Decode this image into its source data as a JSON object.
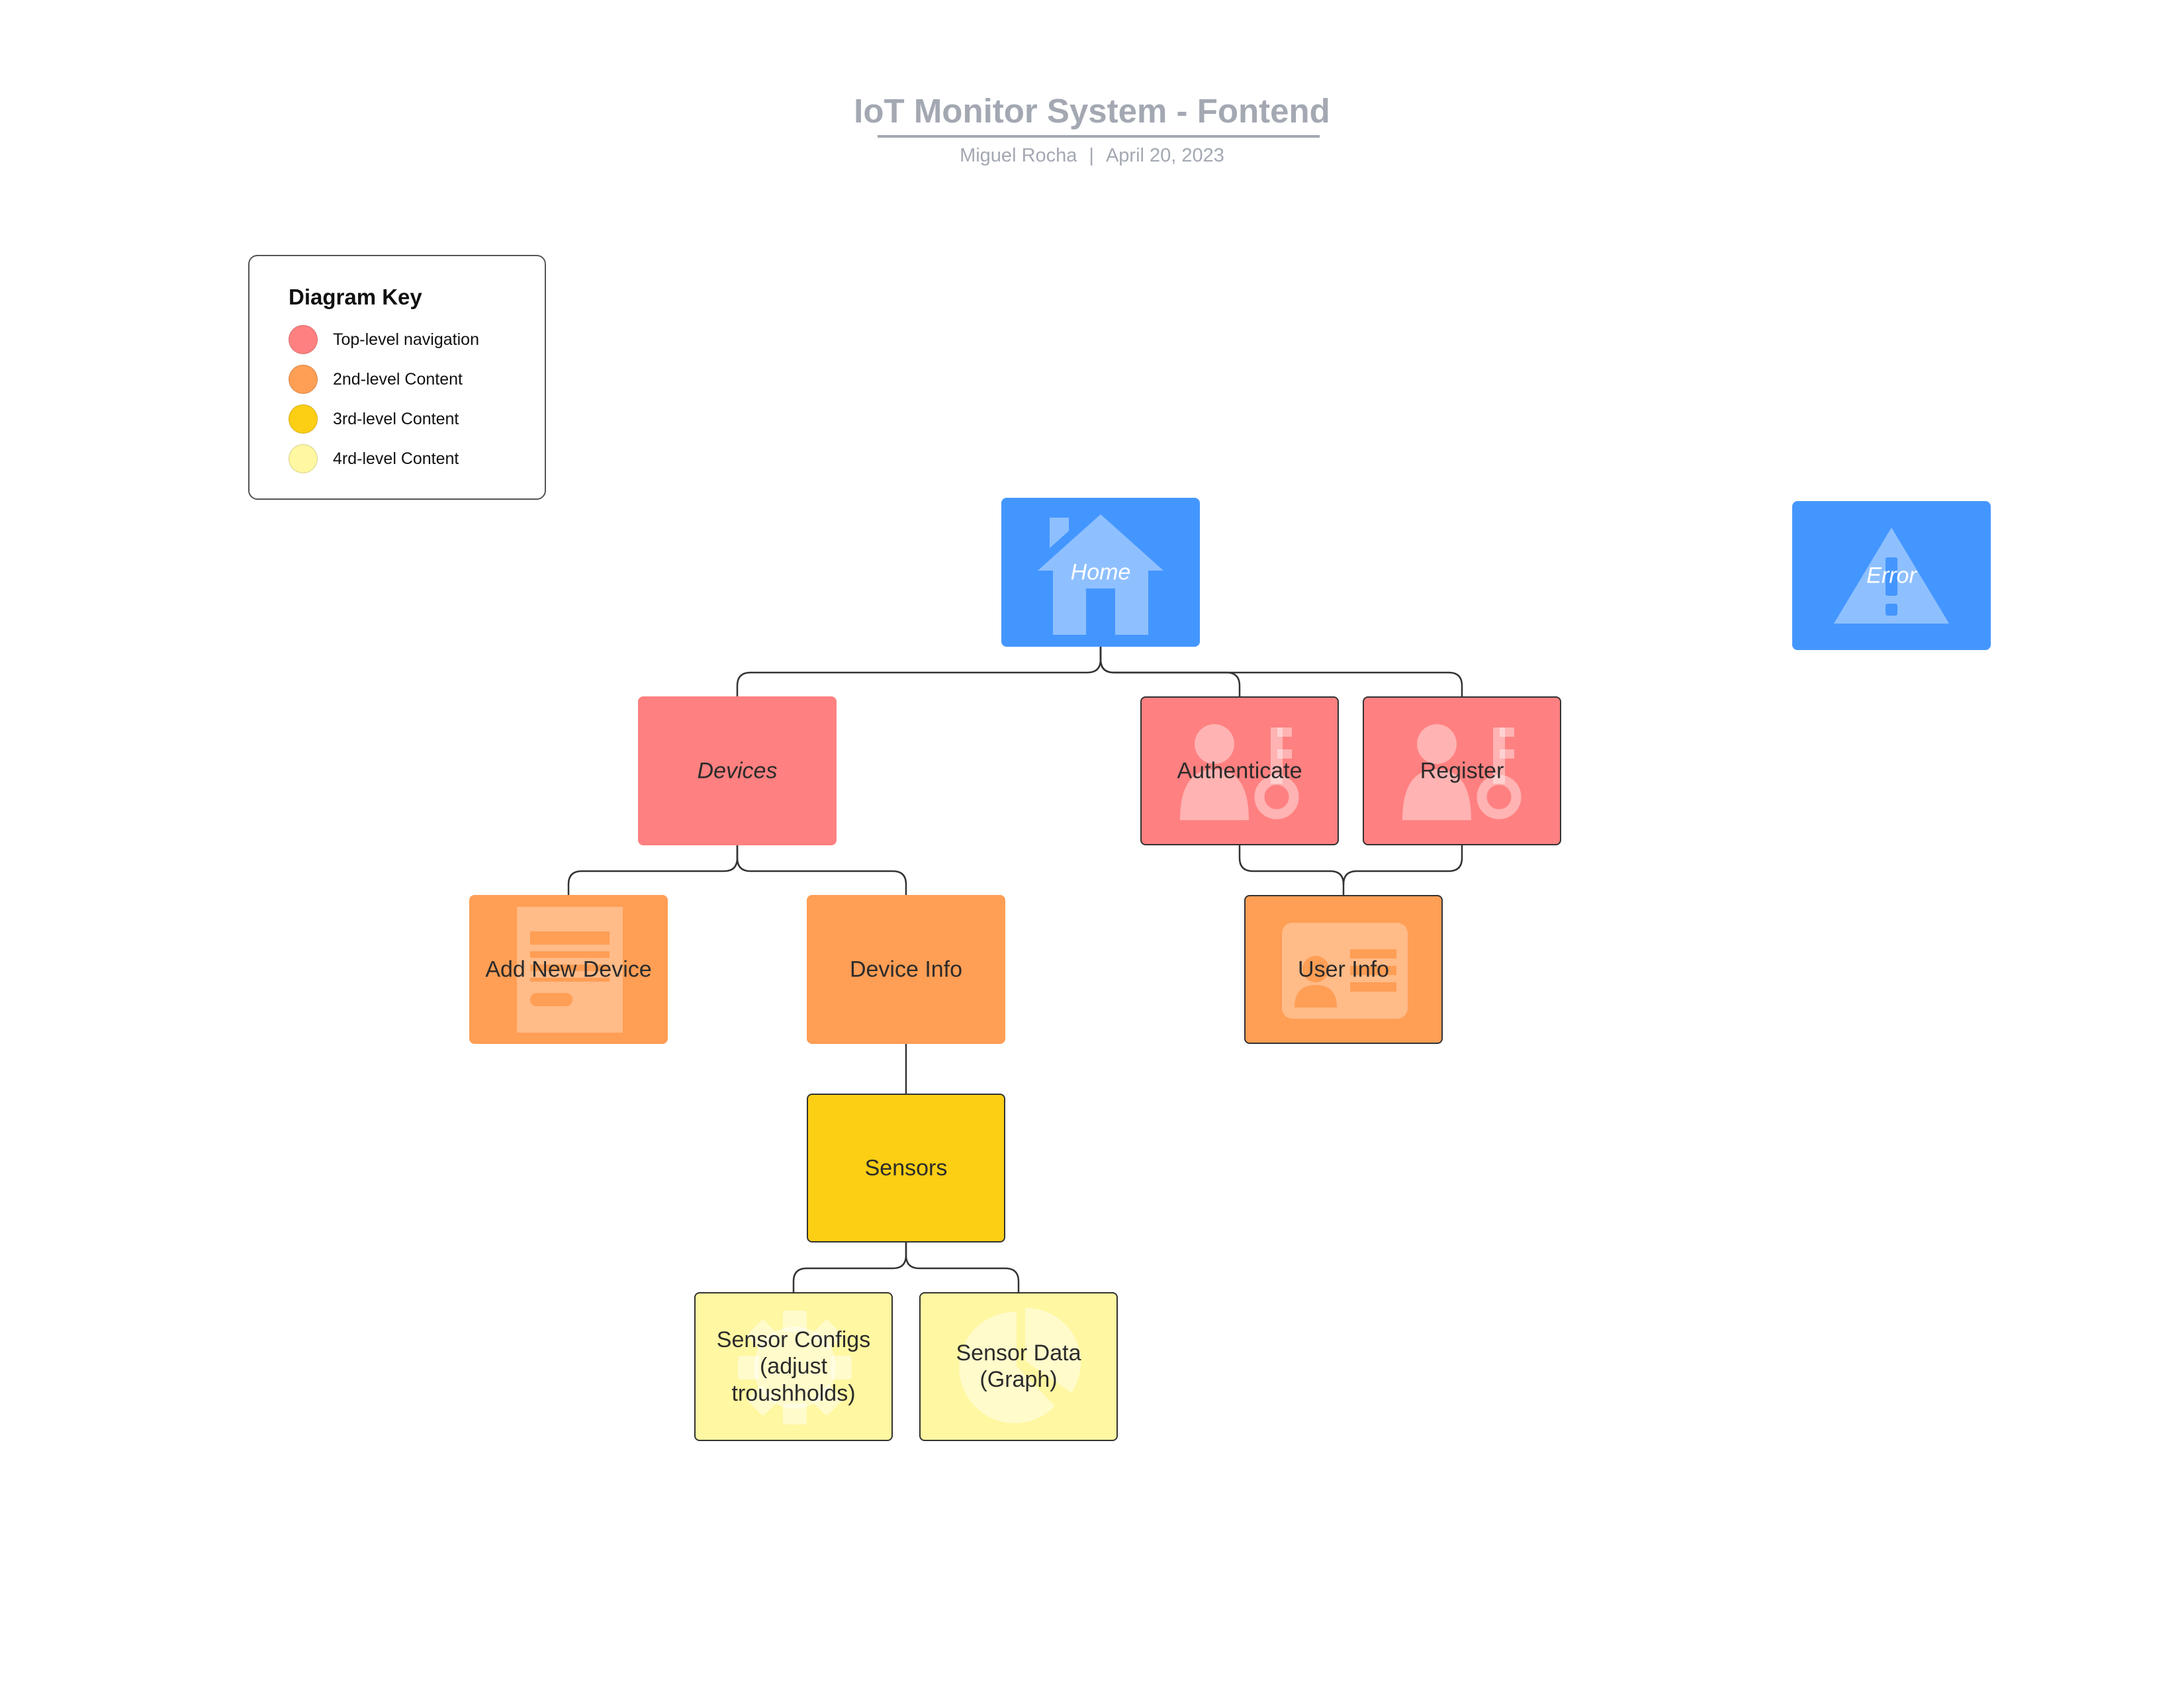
{
  "header": {
    "title": "IoT Monitor System - Fontend",
    "author": "Miguel Rocha",
    "separator": "|",
    "date": "April 20, 2023"
  },
  "key": {
    "title": "Diagram Key",
    "items": [
      {
        "label": "Top-level navigation",
        "color": "#ff8080"
      },
      {
        "label": "2nd-level Content",
        "color": "#ff9e55"
      },
      {
        "label": "3rd-level Content",
        "color": "#fcce14"
      },
      {
        "label": "4rd-level Content",
        "color": "#fff7a1"
      }
    ]
  },
  "colors": {
    "top_nav_blue": "#4496ff",
    "top_nav_red": "#ff8080",
    "second_level": "#ff9e55",
    "third_level": "#fcce14",
    "fourth_level": "#fff7a1",
    "connector": "#333333"
  },
  "nodes": {
    "home": {
      "label": "Home",
      "icon": "home-icon"
    },
    "error": {
      "label": "Error",
      "icon": "warning-icon"
    },
    "devices": {
      "label": "Devices"
    },
    "authenticate": {
      "label": "Authenticate",
      "icon": "user-key-icon"
    },
    "register": {
      "label": "Register",
      "icon": "user-key-icon"
    },
    "add_new_device": {
      "label": "Add New Device",
      "icon": "form-icon"
    },
    "device_info": {
      "label": "Device Info"
    },
    "user_info": {
      "label": "User Info",
      "icon": "id-card-icon"
    },
    "sensors": {
      "label": "Sensors"
    },
    "sensor_configs": {
      "label": "Sensor Configs\n(adjust\ntroushholds)",
      "icon": "gear-icon"
    },
    "sensor_data": {
      "label": "Sensor Data\n(Graph)",
      "icon": "pie-chart-icon"
    }
  }
}
